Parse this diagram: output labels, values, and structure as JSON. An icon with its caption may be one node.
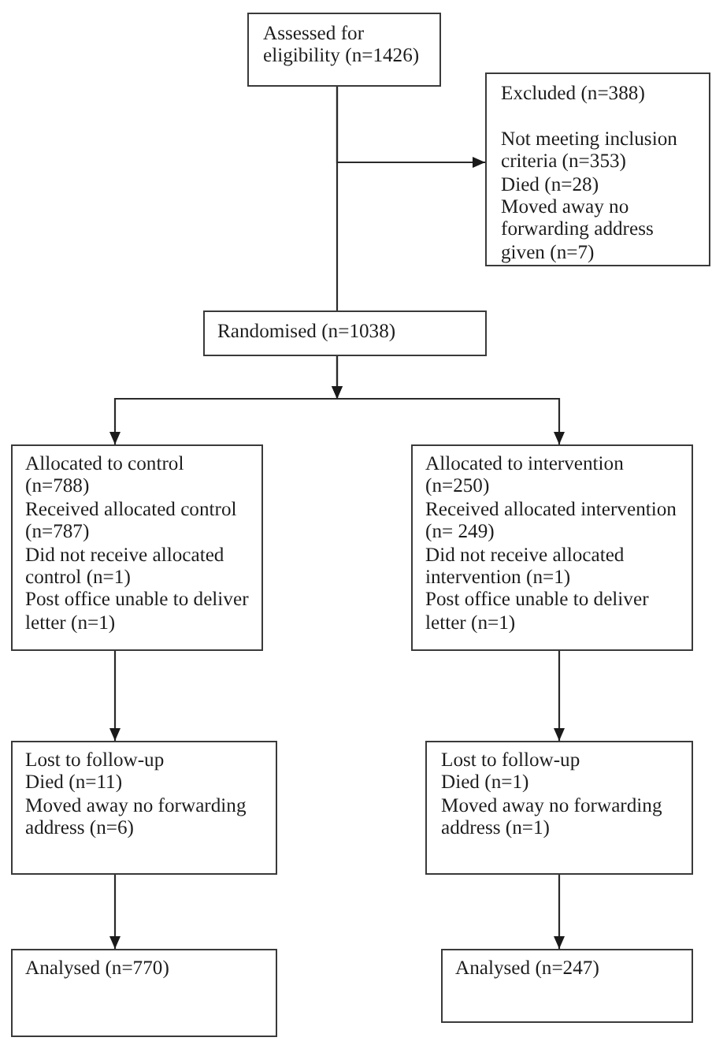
{
  "diagram": {
    "nodes": [
      {
        "text": [
          "Assessed for eligibility (n=1426)"
        ]
      },
      {
        "text": [
          "Excluded (n=388)",
          "Not meeting inclusion criteria (n=353)",
          "Died (n=28)",
          "Moved away no forwarding address given (n=7)"
        ]
      },
      {
        "text": [
          "Randomised (n=1038)"
        ]
      },
      {
        "text": [
          "Allocated to control (n=788)",
          "Received allocated control (n=787)",
          "Did not receive allocated control (n=1)",
          "Post office unable to deliver letter (n=1)"
        ]
      },
      {
        "text": [
          "Allocated to intervention (n=250)",
          "Received allocated intervention (n= 249)",
          "Did not receive allocated intervention (n=1)",
          "Post office unable to deliver letter (n=1)"
        ]
      },
      {
        "text": [
          "Lost to follow-up",
          "Died (n=11)",
          "Moved away no forwarding address (n=6)"
        ]
      },
      {
        "text": [
          "Lost to follow-up",
          "Died (n=1)",
          "Moved away no forwarding address (n=1)"
        ]
      },
      {
        "text": [
          "Analysed (n=770)"
        ]
      },
      {
        "text": [
          "Analysed (n=247)"
        ]
      }
    ],
    "edges": [
      {
        "from": 0,
        "to": 1,
        "arrow": "to"
      },
      {
        "from": 0,
        "to": 2,
        "arrow": "none"
      },
      {
        "from": 2,
        "to": 3,
        "arrow": "to"
      },
      {
        "from": 2,
        "to": 4,
        "arrow": "to"
      },
      {
        "from": 3,
        "to": 5,
        "arrow": "to"
      },
      {
        "from": 4,
        "to": 6,
        "arrow": "to"
      },
      {
        "from": 5,
        "to": 7,
        "arrow": "to"
      },
      {
        "from": 6,
        "to": 8,
        "arrow": "to"
      }
    ]
  }
}
